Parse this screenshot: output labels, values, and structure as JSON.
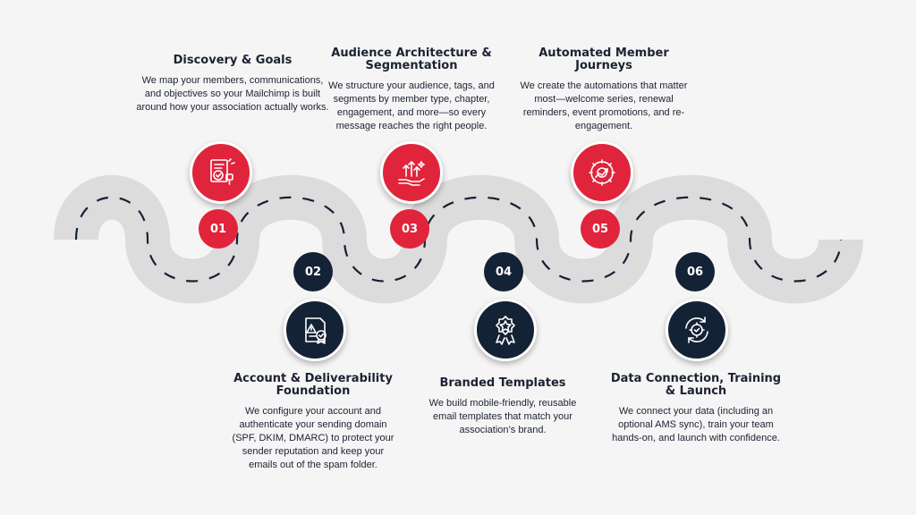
{
  "colors": {
    "accent_red": "#e0243b",
    "navy": "#142236",
    "road": "#dcdcdc",
    "text": "#1b2233"
  },
  "steps": [
    {
      "number": "01",
      "color": "red",
      "icon": "document-checklist-icon",
      "title": "Discovery & Goals",
      "description": "We map your members, communications, and objectives so your Mailchimp is built around how your association actually works."
    },
    {
      "number": "02",
      "color": "navy",
      "icon": "warning-document-check-icon",
      "title": "Account & Deliverability Foundation",
      "description": "We configure your account and authenticate your sending domain (SPF, DKIM, DMARC) to protect your sender reputation and keep your emails out of the spam folder."
    },
    {
      "number": "03",
      "color": "red",
      "icon": "hand-growth-arrows-icon",
      "title": "Audience Architecture & Segmentation",
      "description": "We structure your audience, tags, and segments by member type, chapter, engagement, and more—so every message reaches the right people."
    },
    {
      "number": "04",
      "color": "navy",
      "icon": "star-badge-icon",
      "title": "Branded Templates",
      "description": "We build mobile-friendly, reusable email templates that match your association’s brand."
    },
    {
      "number": "05",
      "color": "red",
      "icon": "automation-gear-icon",
      "title": "Automated Member Journeys",
      "description": "We create the automations that matter most—welcome series, renewal reminders, event promotions, and re-engagement."
    },
    {
      "number": "06",
      "color": "navy",
      "icon": "sync-gear-check-icon",
      "title": "Data Connection, Training & Launch",
      "description": "We connect your data (including an optional AMS sync), train your team hands-on, and launch with confidence."
    }
  ]
}
